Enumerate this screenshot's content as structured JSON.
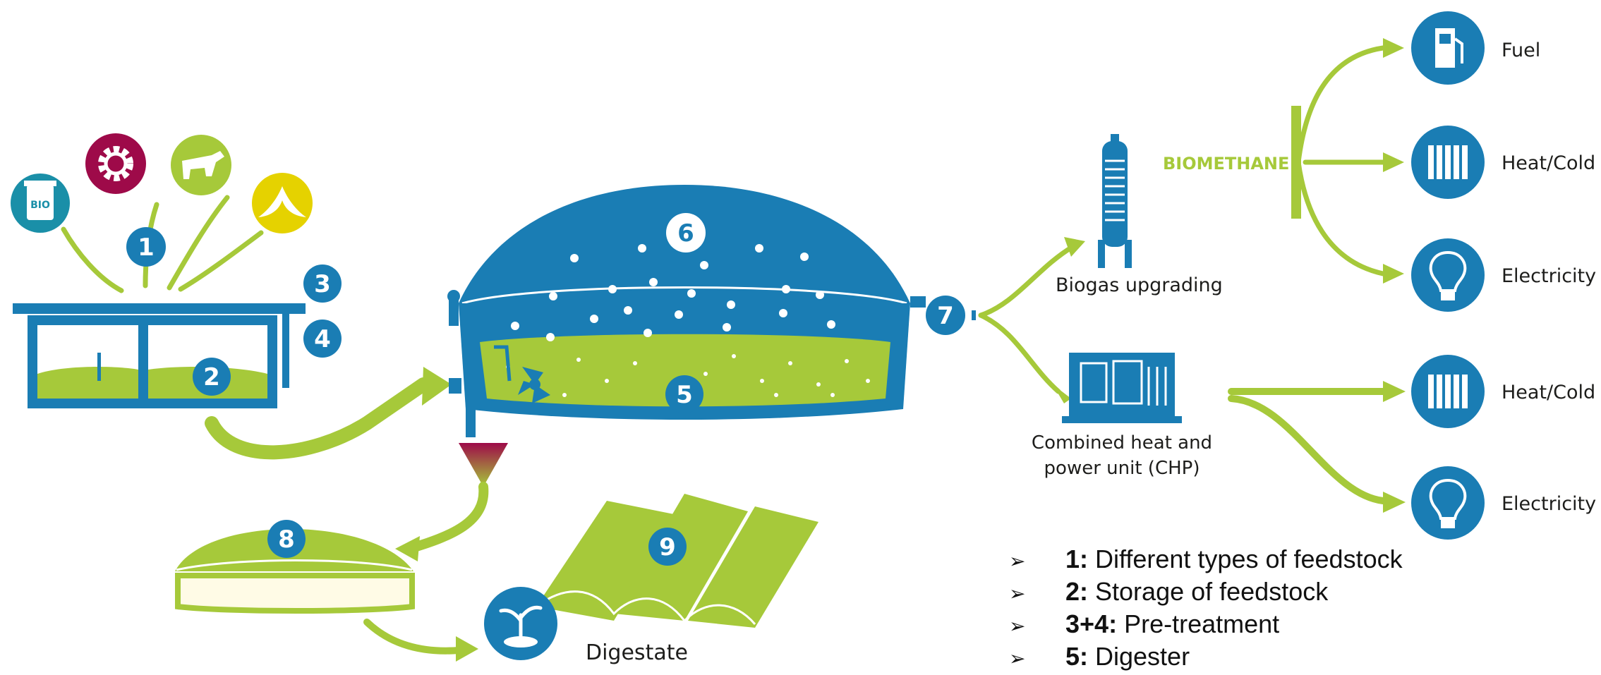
{
  "diagram": {
    "numbers": {
      "n1": "1",
      "n2": "2",
      "n3": "3",
      "n4": "4",
      "n5": "5",
      "n6": "6",
      "n7": "7",
      "n8": "8",
      "n9": "9"
    },
    "bio_bin_text": "BIO",
    "biomethane": "BIOMETHANE",
    "biogas_upgrading": "Biogas upgrading",
    "chp_line1": "Combined heat and",
    "chp_line2": "power unit (CHP)",
    "fuel": "Fuel",
    "heat_cold_1": "Heat/Cold",
    "electricity_1": "Electricity",
    "heat_cold_2": "Heat/Cold",
    "electricity_2": "Electricity",
    "digestate": "Digestate"
  },
  "legend": {
    "items": [
      {
        "key": "1:",
        "text": " Different types of feedstock"
      },
      {
        "key": "2:",
        "text": " Storage of feedstock"
      },
      {
        "key": "3+4:",
        "text": " Pre-treatment"
      },
      {
        "key": "5:",
        "text": " Digester"
      }
    ]
  },
  "colors": {
    "blue": "#1a7db4",
    "green": "#a6c93a",
    "magenta": "#9e0a49",
    "yellow": "#e5d200",
    "text": "#1d1d1b"
  }
}
